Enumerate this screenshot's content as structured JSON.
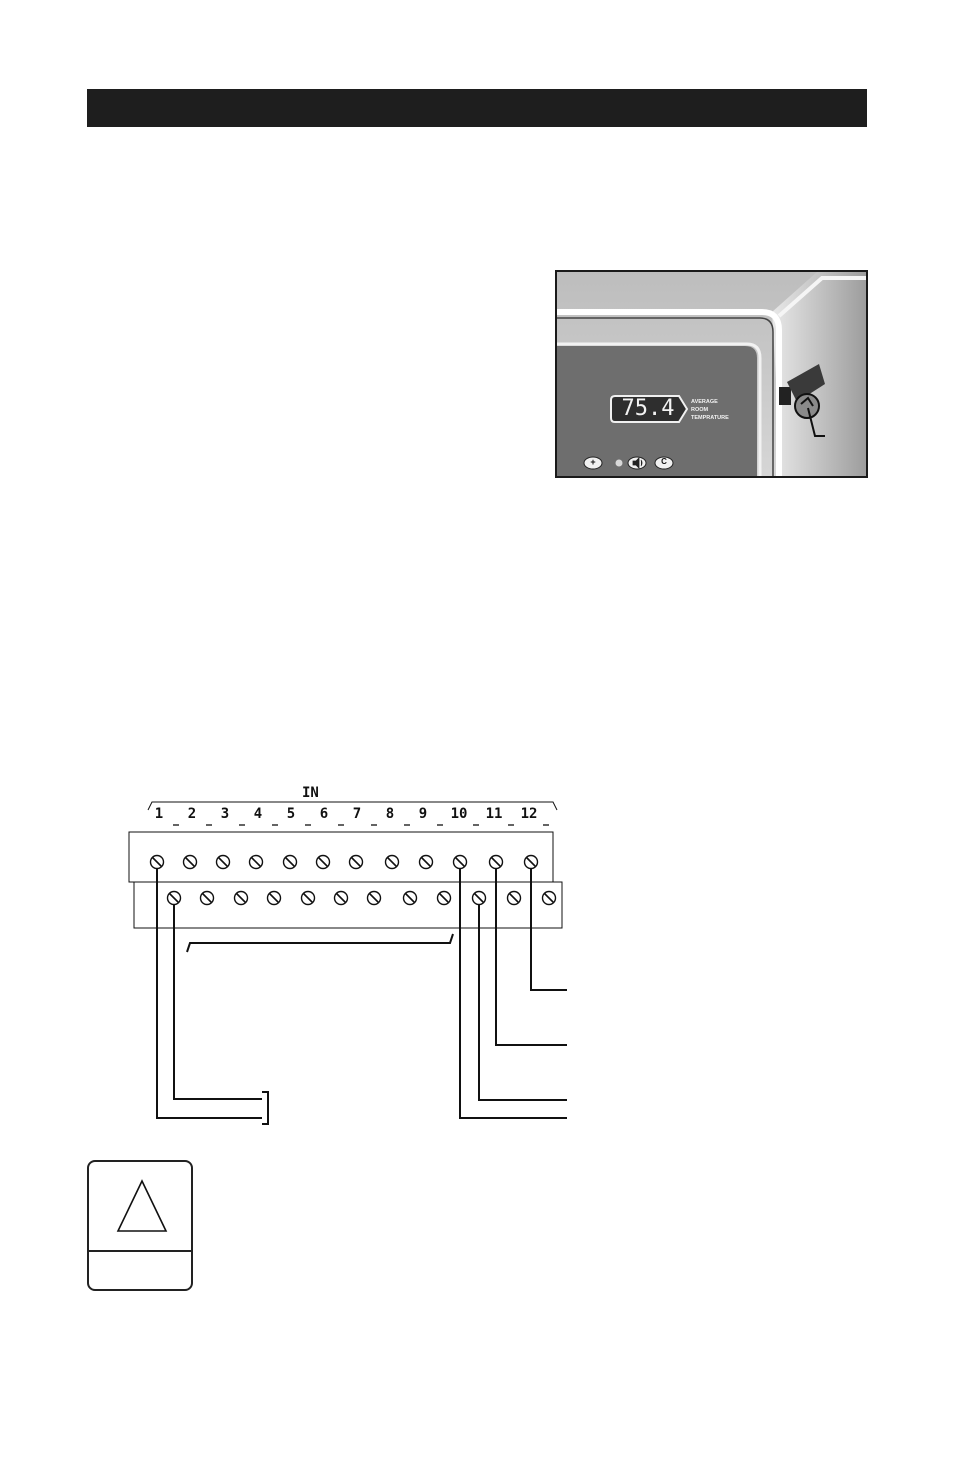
{
  "photo": {
    "display_value": "75.4",
    "display_caption": [
      "AVERAGE",
      "ROOM",
      "TEMPRATURE"
    ],
    "button_labels": [
      "+",
      "C"
    ]
  },
  "diagram": {
    "in_label": "IN",
    "terminal_numbers": [
      "1",
      "2",
      "3",
      "4",
      "5",
      "6",
      "7",
      "8",
      "9",
      "10",
      "11",
      "12"
    ]
  },
  "icons": {
    "warning": "warning-triangle-icon",
    "sound": "speaker-icon"
  },
  "colors": {
    "header_bar": "#1e1e1e",
    "photo_panel": "#6e6e6e"
  }
}
